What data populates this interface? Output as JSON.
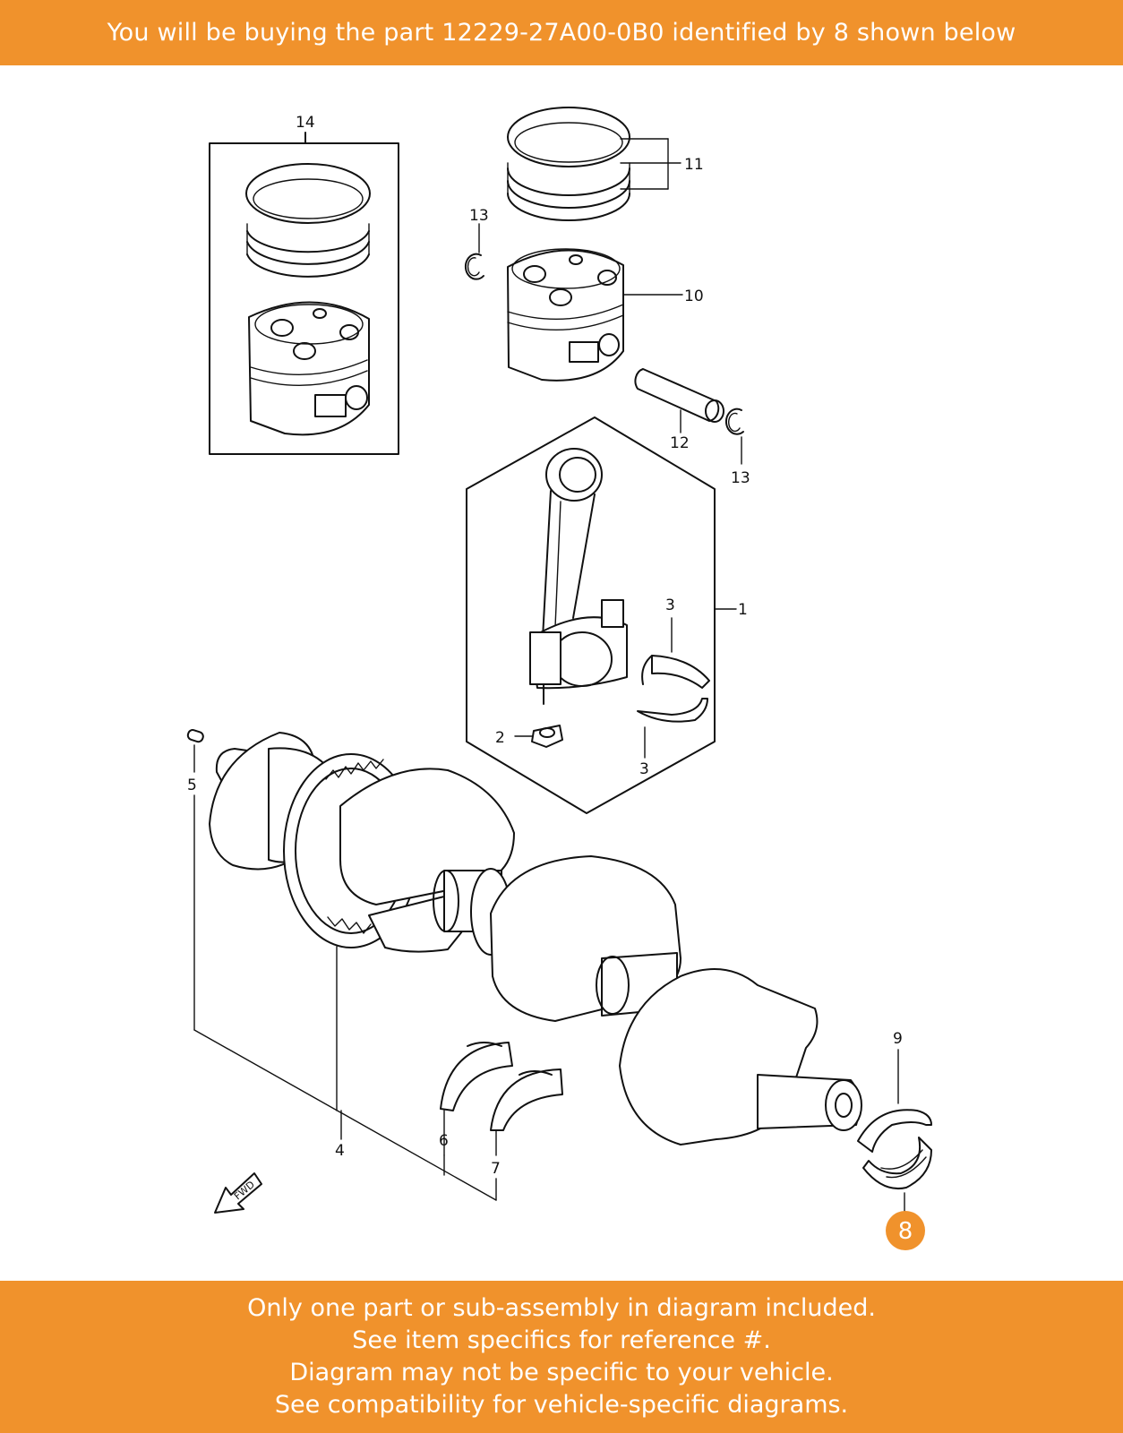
{
  "header": {
    "text": "You will be buying the part 12229-27A00-0B0 identified by 8 shown below"
  },
  "footer": {
    "lines": [
      "Only one part or sub-assembly in diagram included.",
      "See item specifics for reference #.",
      "Diagram may not be specific to your vehicle.",
      "See compatibility for vehicle-specific diagrams."
    ]
  },
  "diagram": {
    "callouts": {
      "c1": "1",
      "c2": "2",
      "c3a": "3",
      "c3b": "3",
      "c4": "4",
      "c5": "5",
      "c6": "6",
      "c7": "7",
      "c9": "9",
      "c10": "10",
      "c11": "11",
      "c12": "12",
      "c13a": "13",
      "c13b": "13",
      "c14": "14"
    },
    "highlight": {
      "label": "8",
      "color": "#f0922c"
    },
    "fwd_label": "FWD"
  },
  "colors": {
    "banner": "#f0922c",
    "text": "#ffffff",
    "line": "#111111"
  }
}
